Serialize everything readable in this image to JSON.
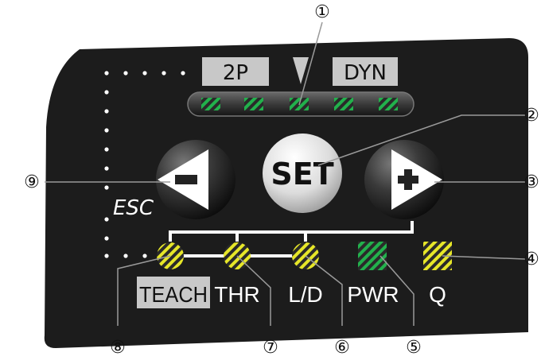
{
  "colors": {
    "panel": "#1c1c1c",
    "label_bg": "#c8c8c8",
    "led_green": "#22b14c",
    "led_yellow": "#e6e628",
    "led_dark": "#2a2a2a",
    "white": "#ffffff"
  },
  "top_labels": {
    "left": "2P",
    "right": "DYN"
  },
  "buttons": {
    "minus": {
      "glyph": "−",
      "icon": "minus-arrow-left-icon"
    },
    "set": {
      "label": "SET"
    },
    "plus": {
      "glyph": "+",
      "icon": "plus-arrow-right-icon"
    }
  },
  "esc_label": "ESC",
  "indicators": {
    "teach": "TEACH",
    "thr": "THR",
    "ld": "L/D",
    "pwr": "PWR",
    "q": "Q"
  },
  "callouts": {
    "c1": "①",
    "c2": "②",
    "c3": "③",
    "c4": "④",
    "c5": "⑤",
    "c6": "⑥",
    "c7": "⑦",
    "c8": "⑧",
    "c9": "⑨"
  }
}
